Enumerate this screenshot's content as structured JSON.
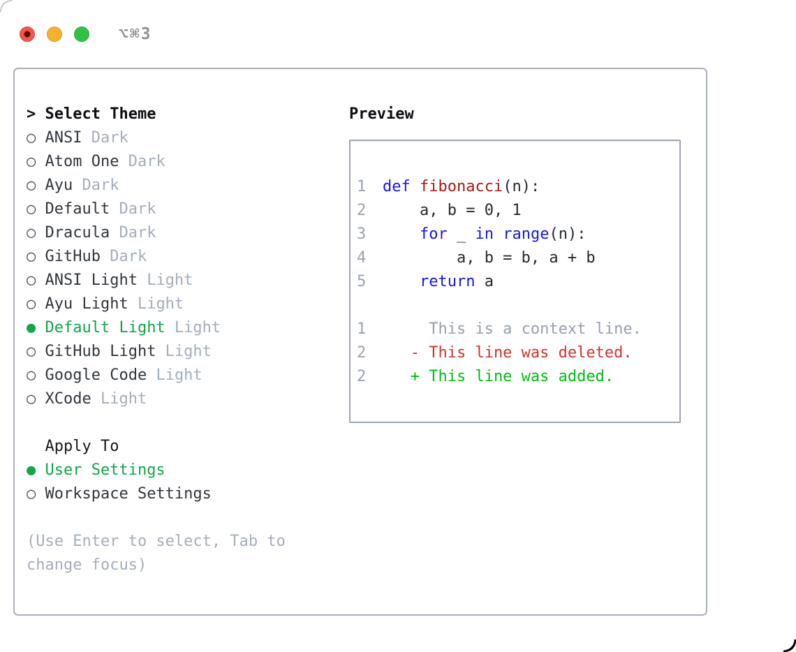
{
  "titlebar": {
    "shortcut_label": "⌥⌘3",
    "traffic_lights": [
      {
        "name": "close",
        "color": "#f4554e",
        "unsaved_dot": true
      },
      {
        "name": "minimize",
        "color": "#f6b12d",
        "unsaved_dot": false
      },
      {
        "name": "zoom",
        "color": "#32c146",
        "unsaved_dot": false
      }
    ]
  },
  "colors": {
    "border": "#a9b1bc",
    "text": "#30363e",
    "muted": "#a4aebc",
    "muted2": "#97a0ae",
    "selected": "#10a64a",
    "kw": "#1414f0",
    "fn": "#a81a14",
    "del": "#cb352a",
    "add": "#00bd12"
  },
  "theme_picker": {
    "heading_marker": ">",
    "heading_label": "Select Theme",
    "items": [
      {
        "marker": "○",
        "name": "ANSI",
        "variant": "Dark",
        "selected": false
      },
      {
        "marker": "○",
        "name": "Atom One",
        "variant": "Dark",
        "selected": false
      },
      {
        "marker": "○",
        "name": "Ayu",
        "variant": "Dark",
        "selected": false
      },
      {
        "marker": "○",
        "name": "Default",
        "variant": "Dark",
        "selected": false
      },
      {
        "marker": "○",
        "name": "Dracula",
        "variant": "Dark",
        "selected": false
      },
      {
        "marker": "○",
        "name": "GitHub",
        "variant": "Dark",
        "selected": false
      },
      {
        "marker": "○",
        "name": "ANSI Light",
        "variant": "Light",
        "selected": false
      },
      {
        "marker": "○",
        "name": "Ayu Light",
        "variant": "Light",
        "selected": false
      },
      {
        "marker": "●",
        "name": "Default Light",
        "variant": "Light",
        "selected": true
      },
      {
        "marker": "○",
        "name": "GitHub Light",
        "variant": "Light",
        "selected": false
      },
      {
        "marker": "○",
        "name": "Google Code",
        "variant": "Light",
        "selected": false
      },
      {
        "marker": "○",
        "name": "XCode",
        "variant": "Light",
        "selected": false
      }
    ]
  },
  "apply_to": {
    "heading": "Apply To",
    "options": [
      {
        "marker": "●",
        "label": "User Settings",
        "selected": true
      },
      {
        "marker": "○",
        "label": "Workspace Settings",
        "selected": false
      }
    ]
  },
  "help": {
    "lines": [
      "(Use Enter to select, Tab to",
      "change focus)"
    ]
  },
  "preview": {
    "heading": "Preview",
    "lines": [
      {
        "num": "1",
        "tokens": [
          {
            "t": "def",
            "c": "kw"
          },
          {
            "t": " ",
            "c": "plain"
          },
          {
            "t": "fibonacci",
            "c": "fn"
          },
          {
            "t": "(n):",
            "c": "plain"
          }
        ]
      },
      {
        "num": "2",
        "tokens": [
          {
            "t": "    a, b = 0, 1",
            "c": "plain"
          }
        ]
      },
      {
        "num": "3",
        "tokens": [
          {
            "t": "    ",
            "c": "plain"
          },
          {
            "t": "for",
            "c": "kw"
          },
          {
            "t": " _ ",
            "c": "plain"
          },
          {
            "t": "in",
            "c": "kw"
          },
          {
            "t": " ",
            "c": "plain"
          },
          {
            "t": "range",
            "c": "kw"
          },
          {
            "t": "(n):",
            "c": "plain"
          }
        ]
      },
      {
        "num": "4",
        "tokens": [
          {
            "t": "        a, b = b, a + b",
            "c": "plain"
          }
        ]
      },
      {
        "num": "5",
        "tokens": [
          {
            "t": "    ",
            "c": "plain"
          },
          {
            "t": "return",
            "c": "kw"
          },
          {
            "t": " a",
            "c": "plain"
          }
        ]
      },
      {
        "num": "",
        "tokens": []
      },
      {
        "num": "1",
        "tokens": [
          {
            "t": "     This is a context line.",
            "c": "ctx"
          }
        ]
      },
      {
        "num": "2",
        "tokens": [
          {
            "t": "   - This line was deleted.",
            "c": "del"
          }
        ]
      },
      {
        "num": "2",
        "tokens": [
          {
            "t": "   + This line was added.",
            "c": "add"
          }
        ]
      }
    ]
  }
}
